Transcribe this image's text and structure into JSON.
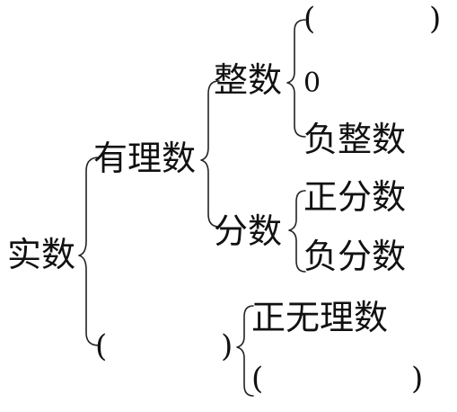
{
  "root": "实数",
  "rational": {
    "label": "有理数",
    "integer": {
      "label": "整数",
      "items": [
        "(",
        ")",
        "0",
        "负整数"
      ]
    },
    "fraction": {
      "label": "分数",
      "items": [
        "正分数",
        "负分数"
      ]
    }
  },
  "irrational": {
    "blank_open": "(",
    "blank_close": ")",
    "items": [
      "正无理数"
    ],
    "second_open": "(",
    "second_close": ")"
  }
}
